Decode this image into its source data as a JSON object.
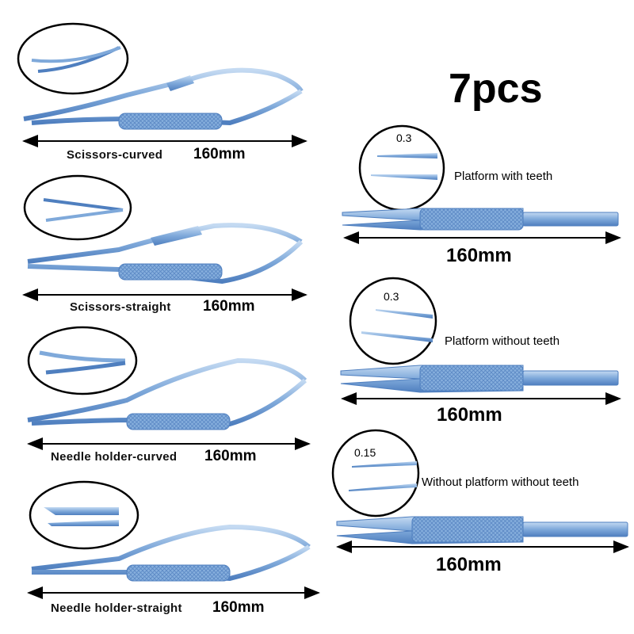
{
  "title": "7pcs",
  "instruments": [
    {
      "name": "Scissors-curved",
      "size": "160mm"
    },
    {
      "name": "Scissors-straight",
      "size": "160mm"
    },
    {
      "name": "Needle holder-curved",
      "size": "160mm"
    },
    {
      "name": "Needle holder-straight",
      "size": "160mm"
    },
    {
      "name": "Platform with teeth",
      "size": "160mm",
      "tip": "0.3"
    },
    {
      "name": "Platform without teeth",
      "size": "160mm",
      "tip": "0.3"
    },
    {
      "name": "Without platform without teeth",
      "size": "160mm",
      "tip": "0.15"
    }
  ],
  "colors": {
    "metal": "#7fa9da",
    "metal_dark": "#4f7fbf",
    "metal_light": "#c4daf2",
    "outline": "#000000"
  }
}
